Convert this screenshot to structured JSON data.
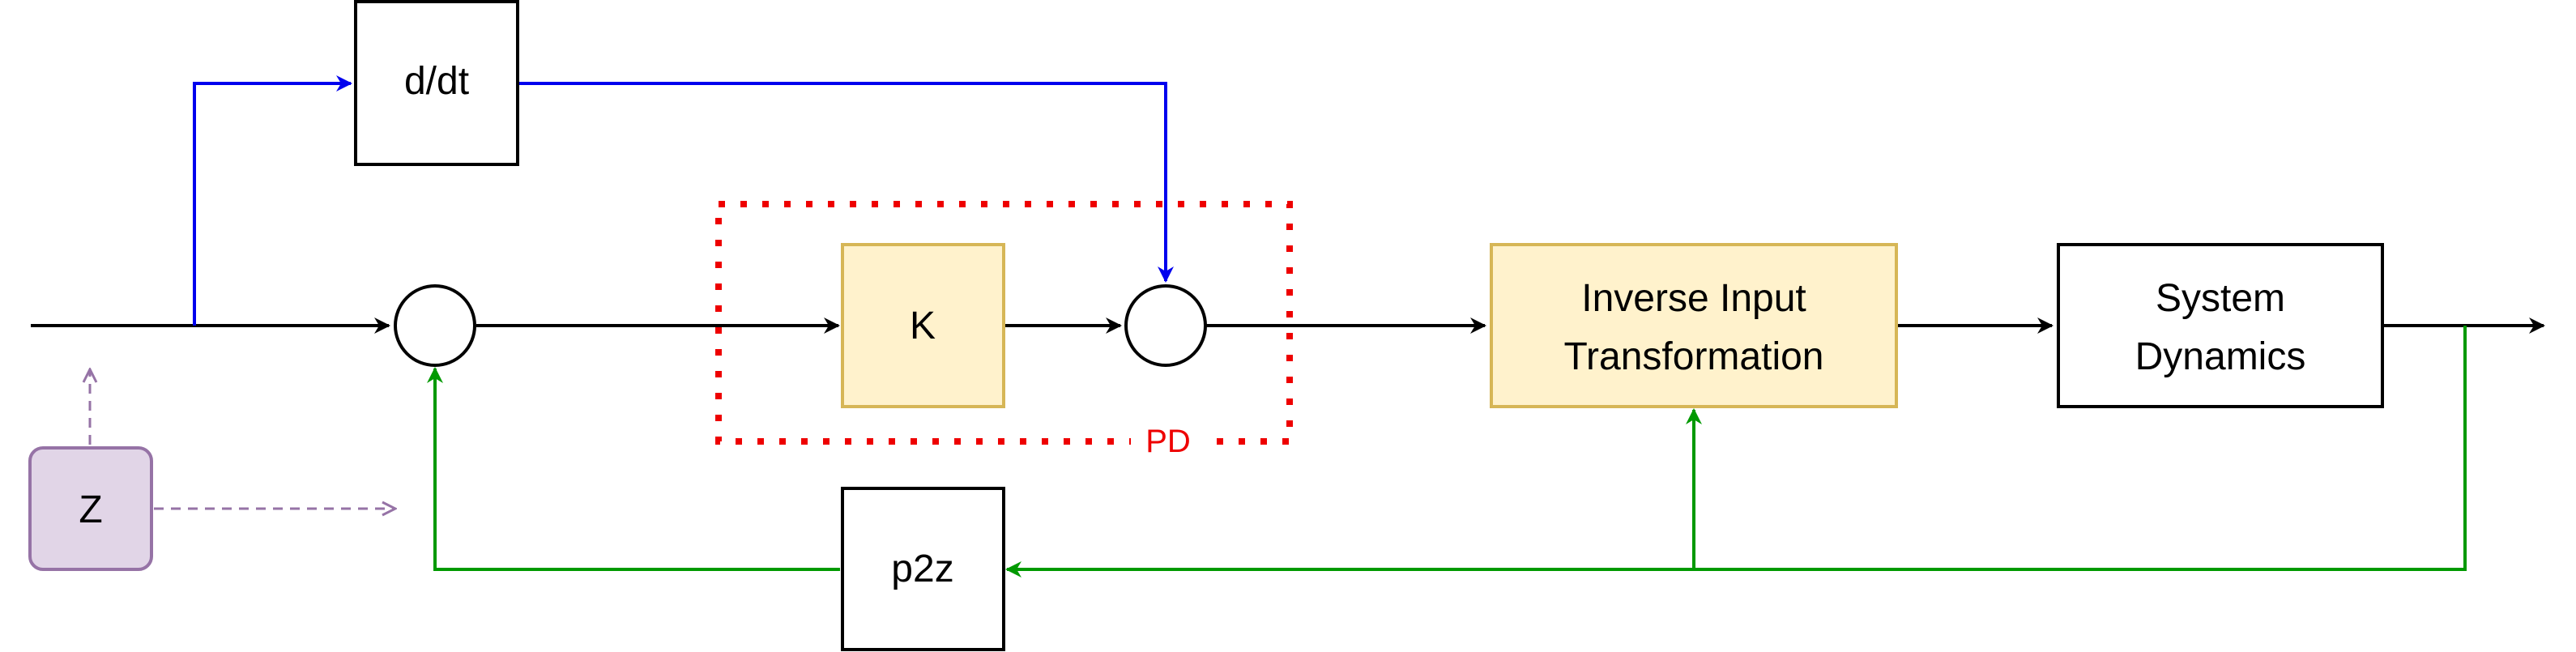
{
  "blocks": {
    "ddt": "d/dt",
    "k": "K",
    "inverse_line1": "Inverse Input",
    "inverse_line2": "Transformation",
    "system_line1": "System",
    "system_line2": "Dynamics",
    "p2z": "p2z",
    "z": "Z"
  },
  "groups": {
    "pd_label": "PD"
  },
  "colors": {
    "signal": "#000000",
    "derivative": "#0000ee",
    "feedback": "#009900",
    "pd_group": "#ee0000",
    "highlight_fill": "#fff2cc",
    "highlight_stroke": "#d6b656",
    "z_fill": "#e1d5e7",
    "z_stroke": "#9673a6"
  }
}
